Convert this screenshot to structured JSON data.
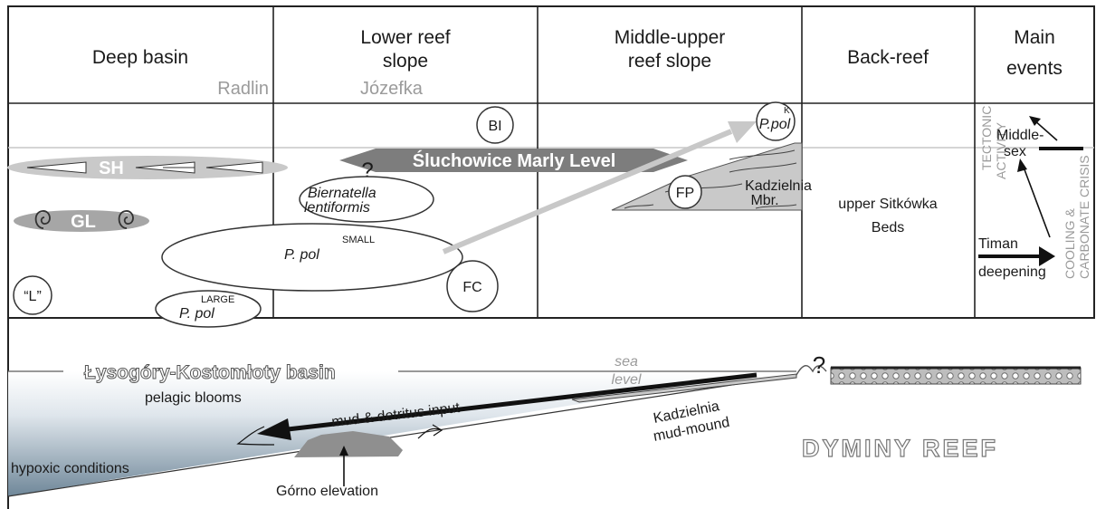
{
  "columns": [
    {
      "line1": "Deep basin",
      "line2": ""
    },
    {
      "line1": "Lower reef",
      "line2": "slope"
    },
    {
      "line1": "Middle-upper",
      "line2": "reef slope"
    },
    {
      "line1": "Back-reef",
      "line2": ""
    },
    {
      "line1": "Main",
      "line2": "events"
    }
  ],
  "localities": {
    "radlin": "Radlin",
    "jozefka": "Józefka"
  },
  "facies": {
    "bi": "BI",
    "ppol_k_main": "P.pol",
    "ppol_k_sup": "K",
    "sh": "SH",
    "gl": "GL",
    "sluchowice": "Śluchowice Marly Level",
    "question": "?",
    "biernatella_1": "Biernatella",
    "biernatella_2": "lentiformis",
    "fp": "FP",
    "kadzielnia_1": "Kadzielnia",
    "kadzielnia_2": "Mbr.",
    "upper_sitkowka_1": "upper Sitkówka",
    "upper_sitkowka_2": "Beds",
    "ppol_small_main": "P. pol",
    "ppol_small_sup": "SMALL",
    "fc": "FC",
    "l_label": "“L”",
    "ppol_large_main": "P. pol",
    "ppol_large_sup": "LARGE"
  },
  "events": {
    "tectonic_1": "TECTONIC",
    "tectonic_2": "ACTIVITY",
    "middlesex_1": "Middle-",
    "middlesex_2": "sex",
    "timan_1": "Timan",
    "timan_2": "deepening",
    "cooling_1": "COOLING &",
    "cooling_2": "CARBONATE CRISIS"
  },
  "section": {
    "basin_name": "Łysogóry-Kostomłoty basin",
    "sea_1": "sea",
    "sea_2": "level",
    "pelagic": "pelagic blooms",
    "mud_input": "mud & detritus input",
    "mound_1": "Kadzielnia",
    "mound_2": "mud-mound",
    "hypoxic": "hypoxic conditions",
    "gorno": "Górno elevation",
    "reef": "DYMINY REEF",
    "question": "?"
  },
  "colors": {
    "basin_water_top": "#ffffff",
    "basin_water_bottom": "#6f8799",
    "gray_arrow": "#7d7d7d",
    "light_arrow": "#c8c8c8",
    "locality_text": "#9b9b9b",
    "mound_fill": "#c9c9c9",
    "reef_fill": "#b5b5b5"
  }
}
